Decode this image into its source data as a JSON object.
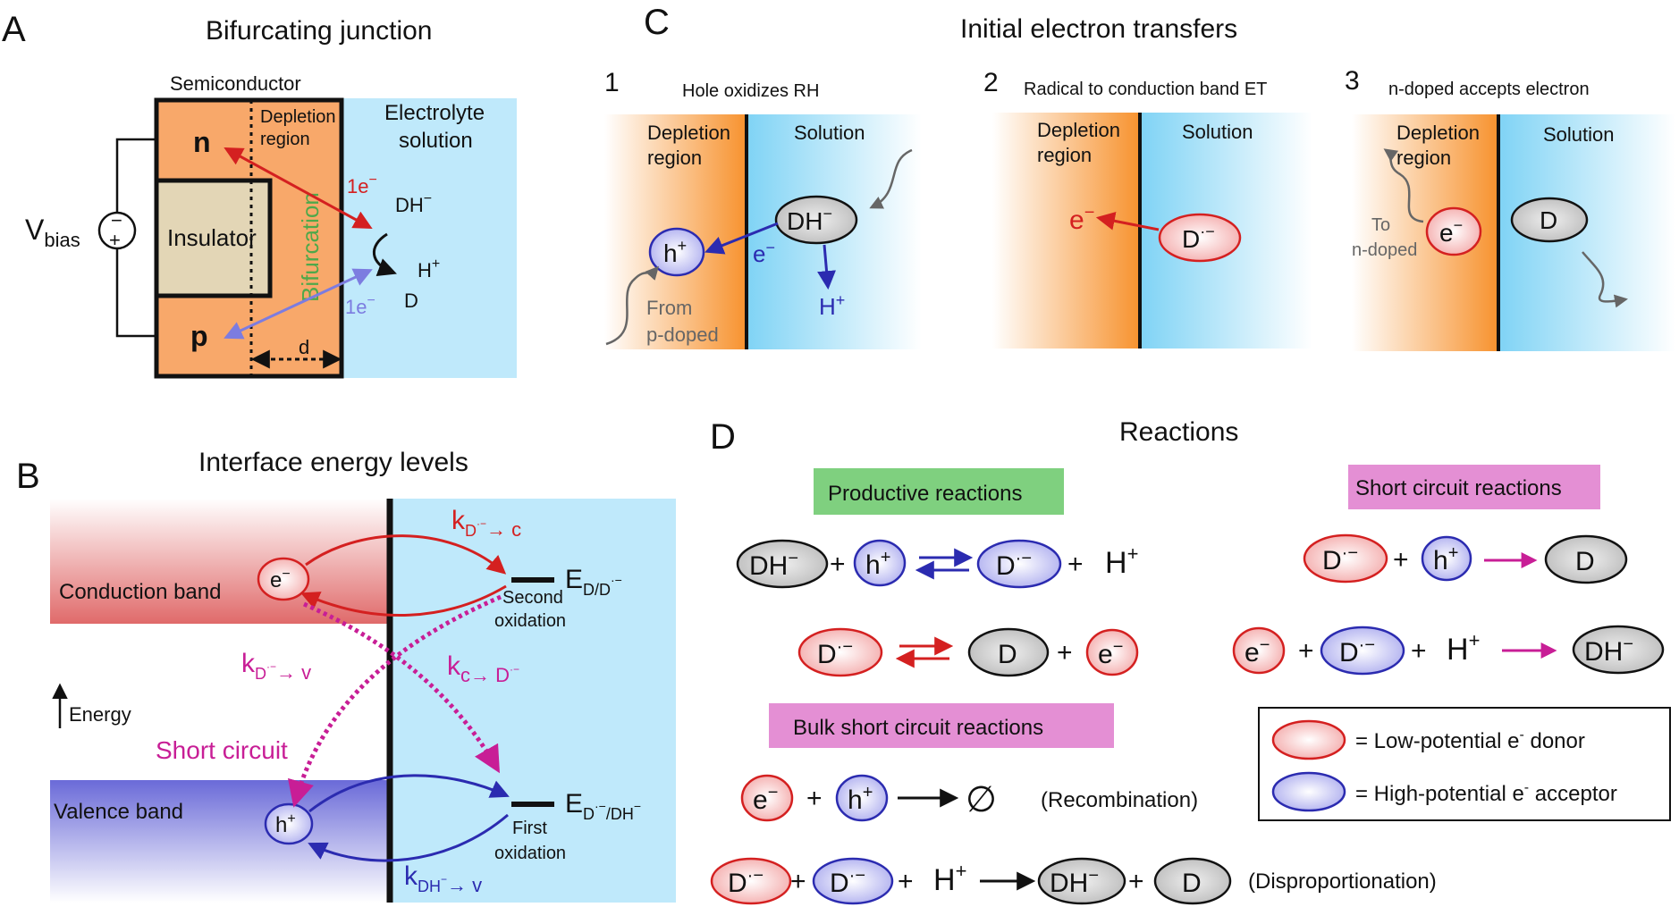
{
  "panel_a": {
    "letter": "A",
    "title": "Bifurcating junction",
    "semiconductor_label": "Semiconductor",
    "depletion_line1": "Depletion",
    "depletion_line2": "region",
    "electrolyte_line1": "Electrolyte",
    "electrolyte_line2": "solution",
    "n_label": "n",
    "p_label": "p",
    "insulator_label": "Insulator",
    "bifurcation_label": "Bifurcation",
    "vbias_main": "V",
    "vbias_sub": "bias",
    "minus_sign": "−",
    "plus_sign": "+",
    "electron_top": "1e",
    "electron_bottom": "1e",
    "charge_minus": "−",
    "charge_plus": "+",
    "dh_label": "DH",
    "h_label": "H",
    "d_label": "D",
    "distance_label": "d",
    "colors": {
      "semiconductor": "#f8a86a",
      "electrolyte": "#bfe9fb",
      "insulator": "#e3d6b6",
      "red": "#d42020",
      "blue": "#7c7ce0",
      "green": "#4fa84a"
    }
  },
  "panel_b": {
    "letter": "B",
    "title": "Interface energy levels",
    "conduction_band": "Conduction band",
    "valence_band": "Valence band",
    "energy_label": "Energy",
    "short_circuit": "Short circuit",
    "second_oxidation_line1": "Second",
    "second_oxidation_line2": "oxidation",
    "first_oxidation_line1": "First",
    "first_oxidation_line2": "oxidation",
    "level_upper_main": "E",
    "level_upper_sub": "D/D",
    "level_lower_main": "E",
    "level_lower_sub_a": "D",
    "level_lower_sub_b": "/DH",
    "rate_k": "k",
    "rate_d_to_c": "D",
    "rate_d_to_c_tail": "→ c",
    "rate_d_to_v": "D",
    "rate_d_to_v_tail": "→ v",
    "rate_c_to_d_head": "c→ D",
    "rate_dh_to_v_head": "DH",
    "rate_dh_to_v_tail": "→ v",
    "electron_sym": "e",
    "hole_sym": "h",
    "colors": {
      "red": "#d42020",
      "blue": "#2b2bb0",
      "magenta": "#c81e96",
      "electrolyte": "#bfe9fb"
    }
  },
  "panel_c": {
    "letter": "C",
    "title": "Initial electron transfers",
    "steps": [
      {
        "number": "1",
        "caption": "Hole oxidizes RH"
      },
      {
        "number": "2",
        "caption": "Radical to conduction band ET"
      },
      {
        "number": "3",
        "caption": "n-doped accepts electron"
      }
    ],
    "depletion_line1": "Depletion",
    "depletion_line2": "region",
    "solution_label": "Solution",
    "from_line1": "From",
    "from_line2": "p-doped",
    "to_line1": "To",
    "to_line2": "n-doped",
    "dh_sym": "DH",
    "h_sym": "h",
    "e_sym": "e",
    "h_ion": "H",
    "d_sym": "D",
    "minus": "−",
    "plus": "+",
    "radical": "·−"
  },
  "panel_d": {
    "letter": "D",
    "title": "Reactions",
    "productive_title": "Productive reactions",
    "short_circuit_title": "Short circuit reactions",
    "bulk_title": "Bulk short circuit reactions",
    "recombination_label": "(Recombination)",
    "disproportionation_label": "(Disproportionation)",
    "empty_set": "∅",
    "plus": "+",
    "h_ion": "H",
    "legend_low": "= Low-potential e",
    "legend_low_tail": " donor",
    "legend_high": "= High-potential e",
    "legend_high_tail": " acceptor",
    "legend_minus": "-",
    "dh_sym": "DH",
    "d_sym": "D",
    "e_sym": "e",
    "h_sym": "h",
    "minus": "−",
    "sup_plus": "+",
    "radical": "·−",
    "colors": {
      "green_box": "#7fd07f",
      "pink_box": "#e48fd4",
      "red_oval": "#f7b5b5",
      "blue_oval": "#b7b7f0",
      "gray_oval": "#cfcfcf",
      "arrow_magenta": "#c81e96",
      "arrow_blue": "#2b2bb0",
      "arrow_red": "#d42020"
    }
  }
}
